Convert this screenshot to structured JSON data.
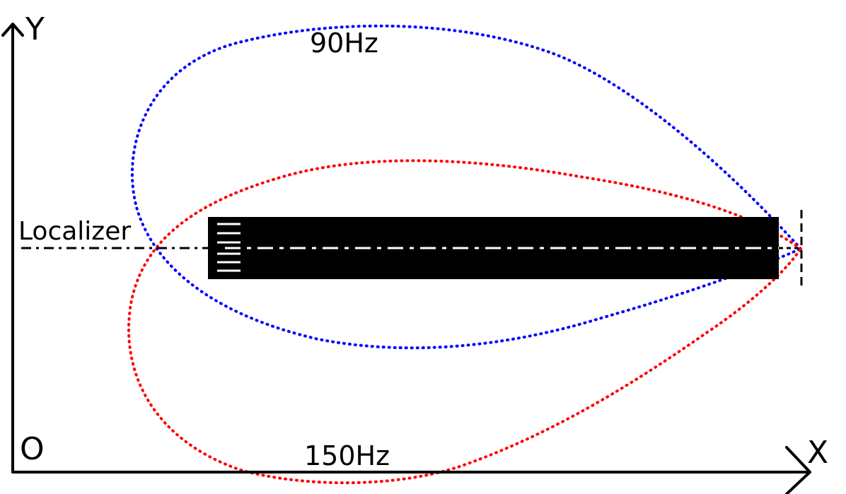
{
  "axes": {
    "y_label": "Y",
    "x_label": "X",
    "origin_label": "O"
  },
  "lobes": {
    "upper_label": "90Hz",
    "lower_label": "150Hz",
    "upper_color": "#0000ff",
    "lower_color": "#ff0000"
  },
  "localizer": {
    "label": "Localizer"
  },
  "colors": {
    "runway": "#000000",
    "runway_markings": "#ffffff",
    "axis": "#000000",
    "centerline": "#000000"
  }
}
